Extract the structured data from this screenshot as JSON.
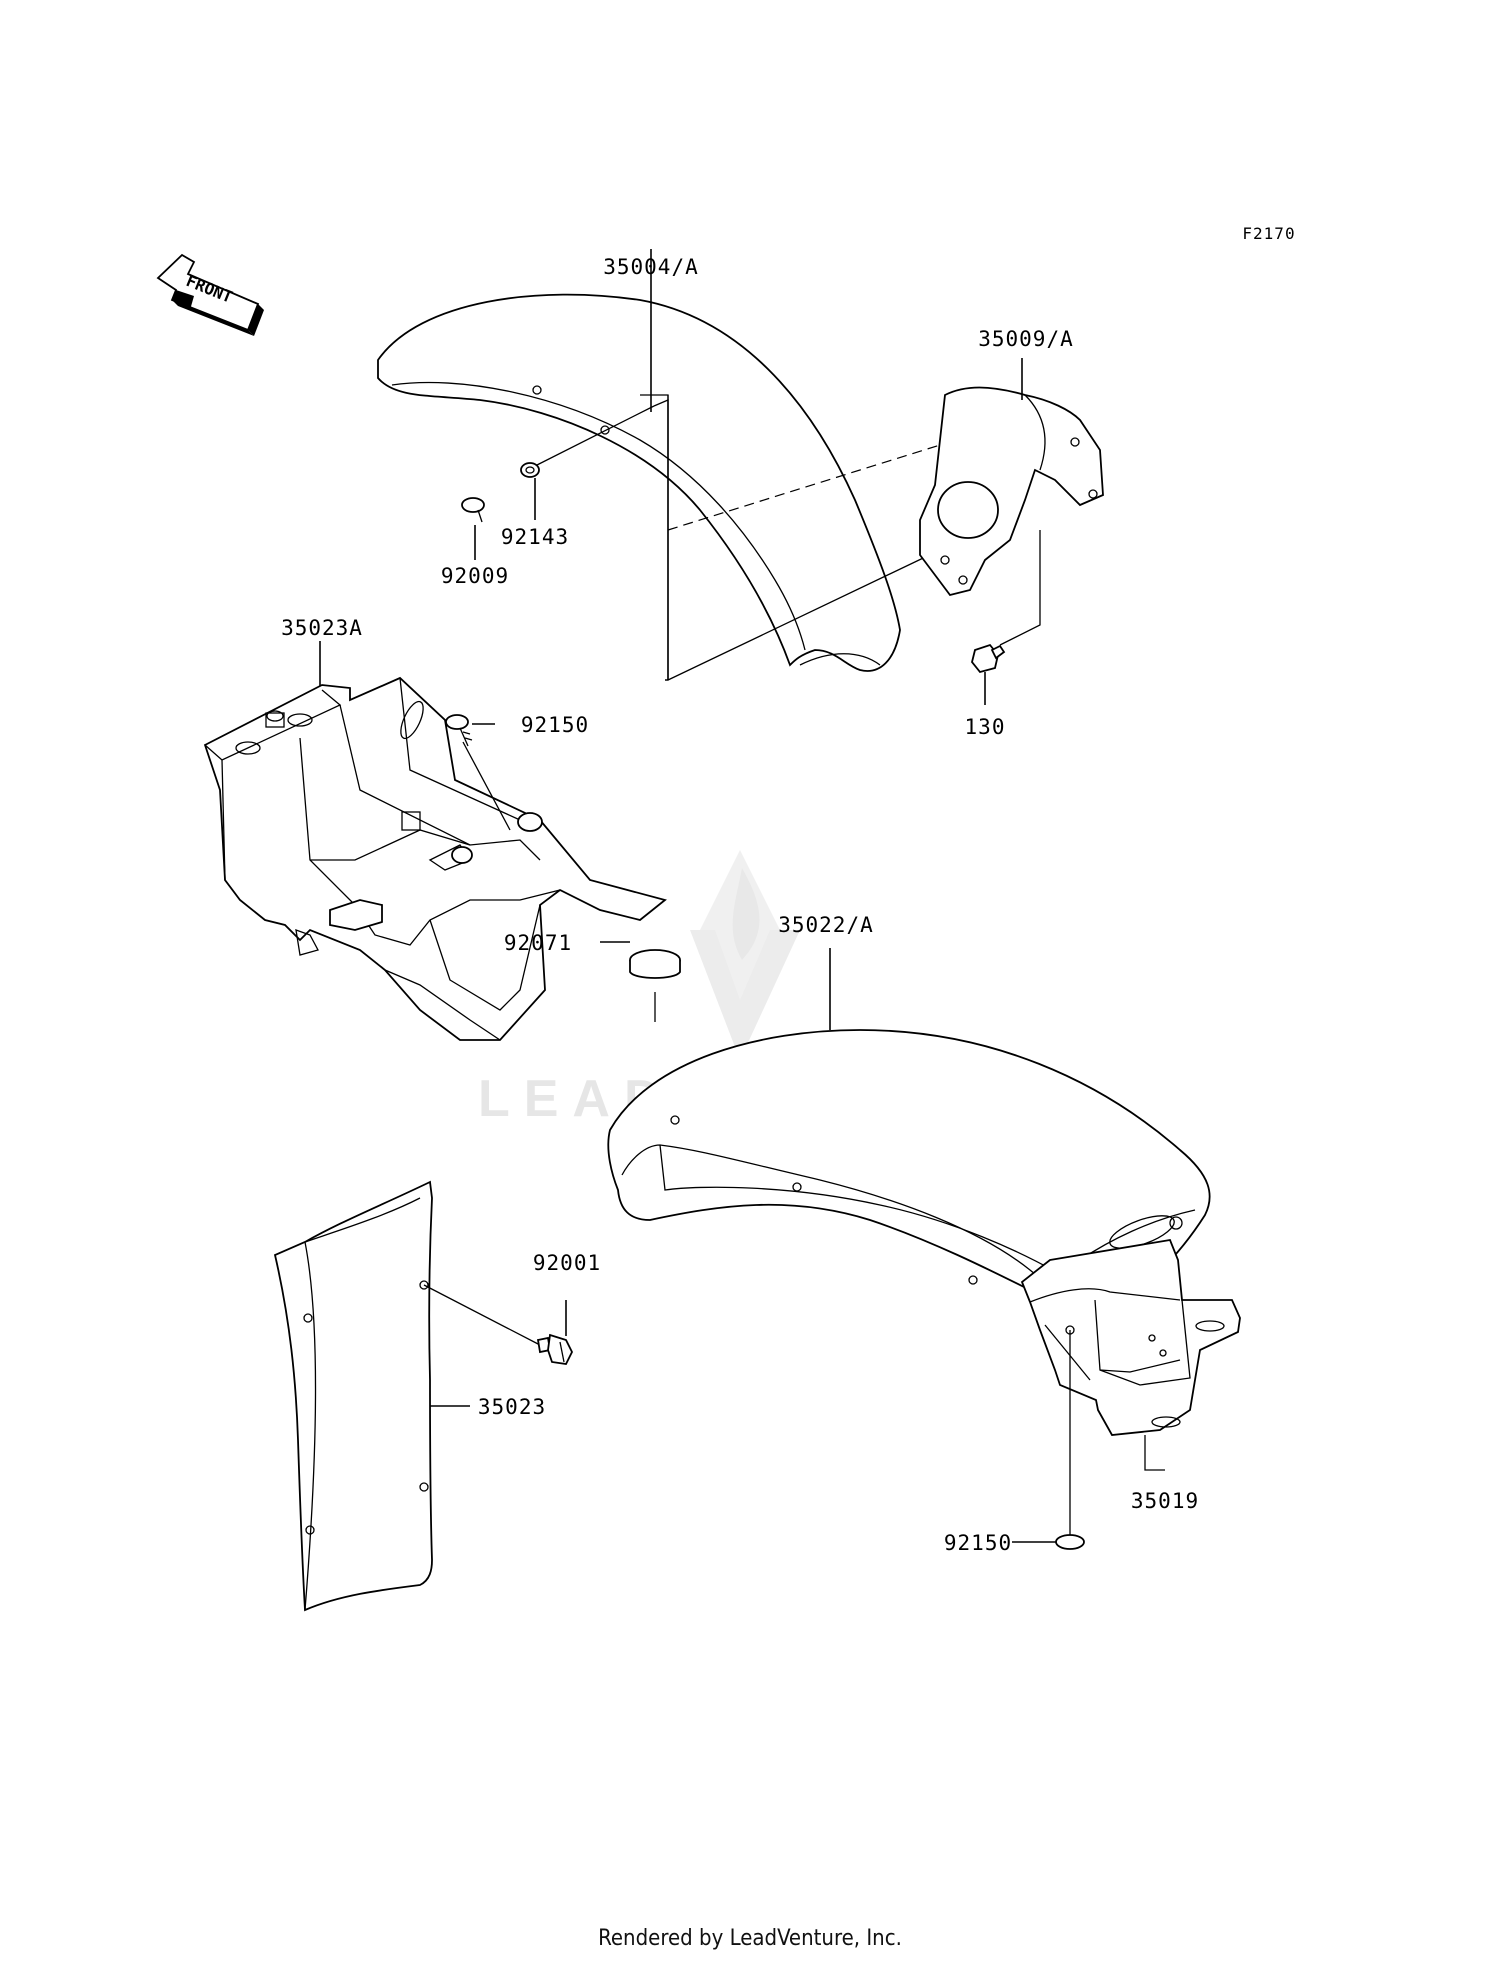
{
  "diagram_code": "F2170",
  "front_indicator": "FRONT",
  "watermark": "LEADVENTURE",
  "footer": "Rendered by LeadVenture, Inc.",
  "parts": {
    "p35004A": "35004/A",
    "p35009A": "35009/A",
    "p92143": "92143",
    "p92009": "92009",
    "p130": "130",
    "p35023A": "35023A",
    "p92150_top": "92150",
    "p35022A": "35022/A",
    "p92071": "92071",
    "p92001": "92001",
    "p35023": "35023",
    "p35019": "35019",
    "p92150_bottom": "92150"
  }
}
